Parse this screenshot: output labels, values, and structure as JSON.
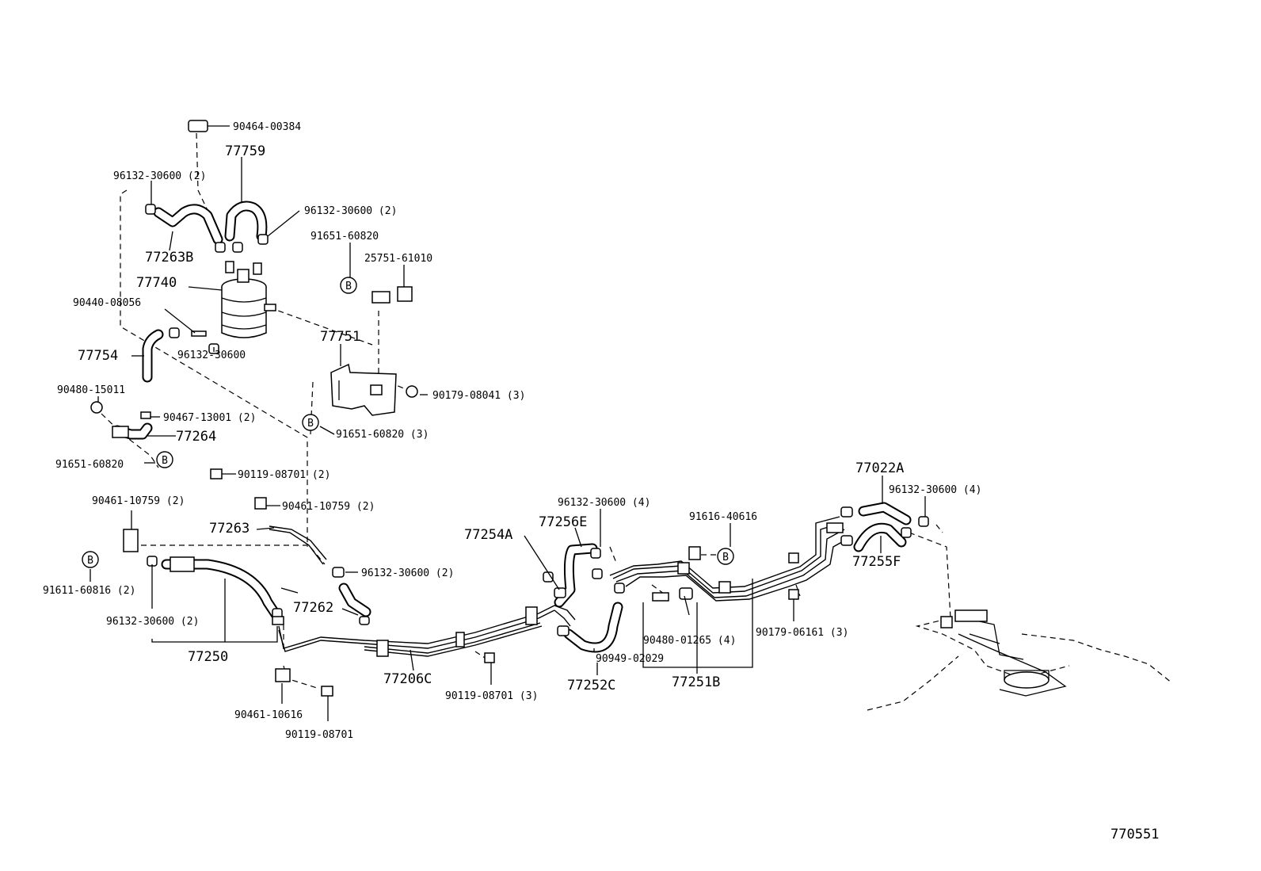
{
  "diagram_id": "770551",
  "labels": {
    "p9046400384": "90464-00384",
    "p77759": "77759",
    "p9613230600_a": "96132-30600 (2)",
    "p9613230600_b": "96132-30600 (2)",
    "p9165160820_top": "91651-60820",
    "p2575161010": "25751-61010",
    "p77263b": "77263B",
    "p77740": "77740",
    "p9044008056": "90440-08056",
    "p9613230600_c": "96132-30600",
    "p77751": "77751",
    "p77754": "77754",
    "p9017908041": "90179-08041 (3)",
    "p9048015011": "90480-15011",
    "p9046713001": "90467-13001 (2)",
    "p77264": "77264",
    "p9165160820_mid": "91651-60820 (3)",
    "p9165160820_left": "91651-60820",
    "p9011908701_a": "90119-08701 (2)",
    "p9046110759_a": "90461-10759 (2)",
    "p9046110759_b": "90461-10759 (2)",
    "p77263": "77263",
    "p9161160816": "91611-60816 (2)",
    "p9613230600_d": "96132-30600 (2)",
    "p9613230600_e": "96132-30600 (2)",
    "p77262": "77262",
    "p77250": "77250",
    "p9046110616": "90461-10616",
    "p9011908701_b": "90119-08701",
    "p77206c": "77206C",
    "p9011908701_c": "90119-08701 (3)",
    "p9613230600_f": "96132-30600 (4)",
    "p77256e": "77256E",
    "p77254a": "77254A",
    "p9094902029": "90949-02029",
    "p77252c": "77252C",
    "p9161640616": "91616-40616",
    "p9048001265": "90480-01265 (4)",
    "p77251b": "77251B",
    "p9017906161": "90179-06161 (3)",
    "p77022a": "77022A",
    "p9613230600_g": "96132-30600 (4)",
    "p77255f": "77255F",
    "b_mark": "B"
  }
}
